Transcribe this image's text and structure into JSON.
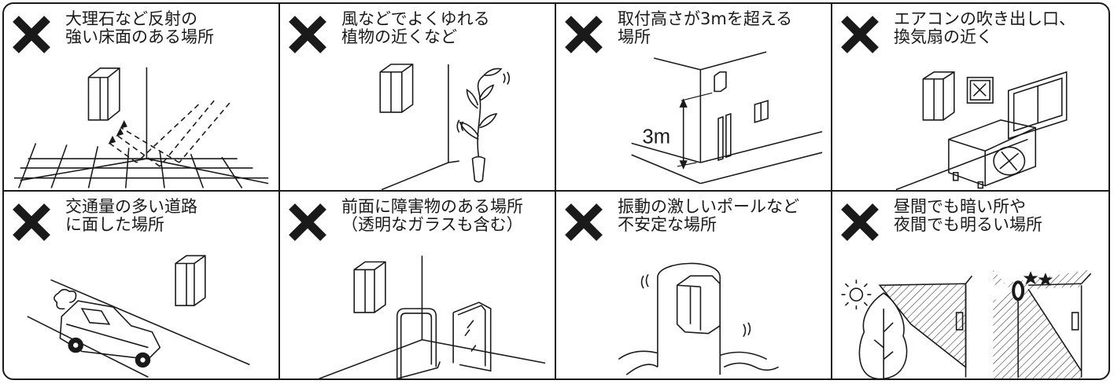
{
  "panels": [
    {
      "line1": "大理石など反射の",
      "line2": "強い床面のある場所",
      "icon": "x-mark-icon"
    },
    {
      "line1": "風などでよくゆれる",
      "line2": "植物の近くなど",
      "icon": "x-mark-icon"
    },
    {
      "line1": "取付高さが3mを超える",
      "line2": "場所",
      "icon": "x-mark-icon",
      "height_label": "3m"
    },
    {
      "line1": "エアコンの吹き出し口、",
      "line2": "換気扇の近く",
      "icon": "x-mark-icon"
    },
    {
      "line1": "交通量の多い道路",
      "line2": "に面した場所",
      "icon": "x-mark-icon"
    },
    {
      "line1": "前面に障害物のある場所",
      "line2": "（透明なガラスも含む）",
      "icon": "x-mark-icon"
    },
    {
      "line1": "振動の激しいポールなど",
      "line2": "不安定な場所",
      "icon": "x-mark-icon"
    },
    {
      "line1": "昼間でも暗い所や",
      "line2": "夜間でも明るい場所",
      "icon": "x-mark-icon"
    }
  ],
  "colors": {
    "ink": "#1a1a1a",
    "background": "#ffffff"
  }
}
